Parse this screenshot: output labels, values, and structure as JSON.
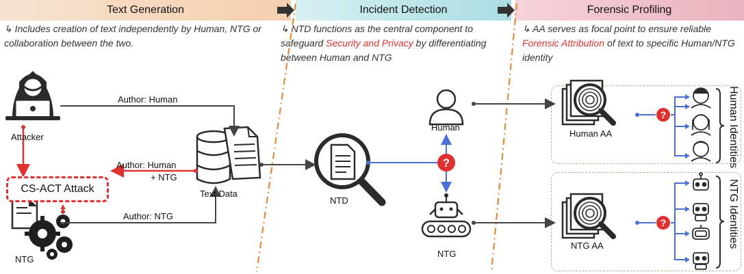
{
  "stages": [
    {
      "title": "Text Generation",
      "color": "#f6d8bd"
    },
    {
      "title": "Incident Detection",
      "color": "#bfe6ea"
    },
    {
      "title": "Forensic Profiling",
      "color": "#f0c4cf"
    }
  ],
  "descriptions": {
    "generation": "Includes creation of text independently by Human, NTG or collaboration between the two.",
    "detection_pre": "NTD functions as the central component to safeguard ",
    "detection_highlight": "Security and Privacy",
    "detection_post": " by differentiating between Human and NTG",
    "profiling_pre": "AA serves as focal point to ensure reliable ",
    "profiling_highlight": "Forensic Attribution",
    "profiling_post": " of text to specific Human/NTG identity",
    "bullet_glyph": "↳"
  },
  "nodes": {
    "attacker": "Attacker",
    "cs_act": "CS-ACT Attack",
    "ntg_source": "NTG",
    "text_data": "Text Data",
    "ntd": "NTD",
    "human": "Human",
    "ntg_detected": "NTG",
    "human_aa": "Human AA",
    "ntg_aa": "NTG AA"
  },
  "edges": {
    "author_human": "Author: Human",
    "author_human_ntg_1": "Author: Human",
    "author_human_ntg_2": "+ NTG",
    "author_ntg": "Author: NTG"
  },
  "groups": {
    "human_identities": "Human Identities",
    "ntg_identities": "NTG Identities"
  },
  "symbols": {
    "question": "?"
  },
  "colors": {
    "red": "#e03131",
    "blue": "#4a6fd6",
    "gray_line": "#444444",
    "divider": "#e08a3c"
  }
}
